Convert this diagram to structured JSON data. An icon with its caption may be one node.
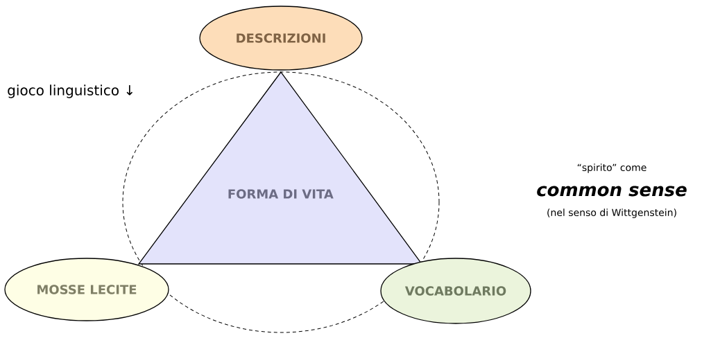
{
  "diagram": {
    "nodes": [
      {
        "text": [
          "DESCRIZIONI"
        ]
      },
      {
        "text": [
          "gioco linguistico ↓"
        ]
      },
      {
        "text": [
          "FORMA DI VITA"
        ],
        "in": 1
      },
      {
        "text": [
          "MOSSE LECITE"
        ]
      },
      {
        "text": [
          "VOCABOLARIO"
        ]
      }
    ],
    "labels": [
      "“spirito” come",
      "common sense",
      "(nel senso di Wittgenstein)"
    ]
  }
}
